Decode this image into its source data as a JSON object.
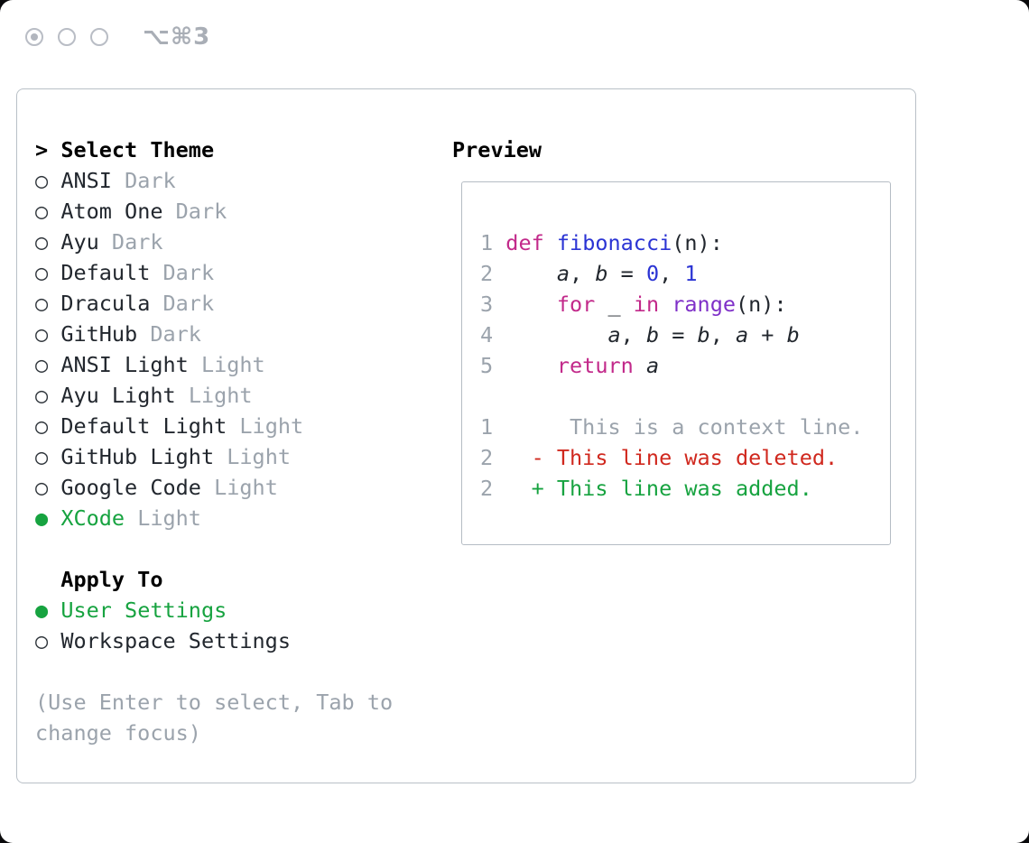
{
  "titlebar": {
    "shortcut": "⌥⌘3"
  },
  "icons": {
    "radio_selected": "●",
    "radio_unselected": "○",
    "prompt": ">"
  },
  "colors": {
    "text": "#22272e",
    "gray": "#9ba3ac",
    "radio": "#2f353b",
    "green": "#17a340",
    "red": "#d0281e",
    "keyword": "#c2298a",
    "func": "#2b34d4",
    "number": "#2b34d4",
    "builtin": "#7f30c8",
    "plain": "#22272e",
    "var": "#22272e"
  },
  "select_theme": {
    "prompt": ">",
    "title": "Select Theme",
    "items": [
      {
        "label": "ANSI",
        "variant": "Dark",
        "selected": false
      },
      {
        "label": "Atom One",
        "variant": "Dark",
        "selected": false
      },
      {
        "label": "Ayu",
        "variant": "Dark",
        "selected": false
      },
      {
        "label": "Default",
        "variant": "Dark",
        "selected": false
      },
      {
        "label": "Dracula",
        "variant": "Dark",
        "selected": false
      },
      {
        "label": "GitHub",
        "variant": "Dark",
        "selected": false
      },
      {
        "label": "ANSI Light",
        "variant": "Light",
        "selected": false
      },
      {
        "label": "Ayu Light",
        "variant": "Light",
        "selected": false
      },
      {
        "label": "Default Light",
        "variant": "Light",
        "selected": false
      },
      {
        "label": "GitHub Light",
        "variant": "Light",
        "selected": false
      },
      {
        "label": "Google Code",
        "variant": "Light",
        "selected": false
      },
      {
        "label": "XCode",
        "variant": "Light",
        "selected": true
      }
    ]
  },
  "apply_to": {
    "title": "Apply To",
    "options": [
      {
        "label": "User Settings",
        "selected": true
      },
      {
        "label": "Workspace Settings",
        "selected": false
      }
    ]
  },
  "hint": "(Use Enter to select, Tab to change focus)",
  "preview": {
    "title": "Preview",
    "code_lines": [
      {
        "num": "1",
        "tokens": [
          {
            "text": "def",
            "color": "keyword"
          },
          {
            "text": " "
          },
          {
            "text": "fibonacci",
            "color": "func"
          },
          {
            "text": "(n):",
            "color": "plain"
          }
        ]
      },
      {
        "num": "2",
        "tokens": [
          {
            "text": "    "
          },
          {
            "text": "a",
            "color": "var",
            "italic": true
          },
          {
            "text": ", ",
            "color": "plain"
          },
          {
            "text": "b",
            "color": "var",
            "italic": true
          },
          {
            "text": " = ",
            "color": "plain"
          },
          {
            "text": "0",
            "color": "number"
          },
          {
            "text": ", ",
            "color": "plain"
          },
          {
            "text": "1",
            "color": "number"
          }
        ]
      },
      {
        "num": "3",
        "tokens": [
          {
            "text": "    "
          },
          {
            "text": "for",
            "color": "keyword"
          },
          {
            "text": " _ ",
            "color": "plain"
          },
          {
            "text": "in",
            "color": "keyword"
          },
          {
            "text": " "
          },
          {
            "text": "range",
            "color": "builtin"
          },
          {
            "text": "(n):",
            "color": "plain"
          }
        ]
      },
      {
        "num": "4",
        "tokens": [
          {
            "text": "        "
          },
          {
            "text": "a",
            "color": "var",
            "italic": true
          },
          {
            "text": ", ",
            "color": "plain"
          },
          {
            "text": "b",
            "color": "var",
            "italic": true
          },
          {
            "text": " = ",
            "color": "plain"
          },
          {
            "text": "b",
            "color": "var",
            "italic": true
          },
          {
            "text": ", ",
            "color": "plain"
          },
          {
            "text": "a",
            "color": "var",
            "italic": true
          },
          {
            "text": " + ",
            "color": "plain"
          },
          {
            "text": "b",
            "color": "var",
            "italic": true
          }
        ]
      },
      {
        "num": "5",
        "tokens": [
          {
            "text": "    "
          },
          {
            "text": "return",
            "color": "keyword"
          },
          {
            "text": " "
          },
          {
            "text": "a",
            "color": "var",
            "italic": true
          }
        ]
      }
    ],
    "diff_lines": [
      {
        "num": "1",
        "text": "     This is a context line.",
        "color": "gray"
      },
      {
        "num": "2",
        "text": "  - This line was deleted.",
        "color": "red"
      },
      {
        "num": "2",
        "text": "  + This line was added.",
        "color": "green"
      }
    ]
  }
}
